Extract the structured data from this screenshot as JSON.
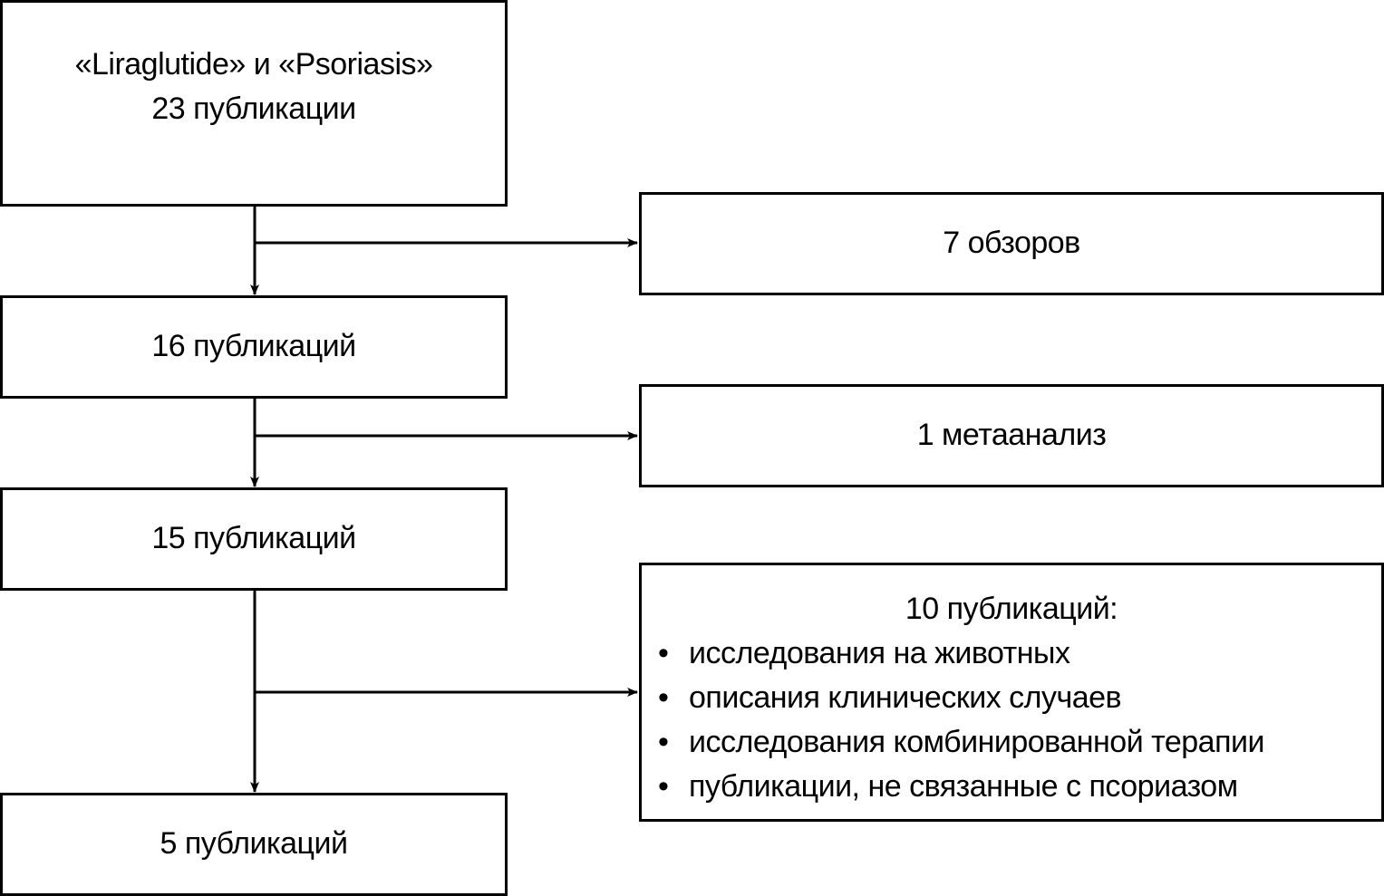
{
  "flowchart": {
    "main_steps": [
      {
        "id": "step-1",
        "lines": [
          "«Liraglutide» и «Psoriasis»",
          "23 публикации"
        ]
      },
      {
        "id": "step-2",
        "lines": [
          "16 публикаций"
        ]
      },
      {
        "id": "step-3",
        "lines": [
          "15 публикаций"
        ]
      },
      {
        "id": "step-4",
        "lines": [
          "5 публикаций"
        ]
      }
    ],
    "exclusions": [
      {
        "id": "excl-1",
        "title": "7 обзоров",
        "items": []
      },
      {
        "id": "excl-2",
        "title": "1 метаанализ",
        "items": []
      },
      {
        "id": "excl-3",
        "title": "10 публикаций:",
        "bullet": "•",
        "items": [
          "исследования на животных",
          "описания клинических случаев",
          "исследования комбинированной терапии",
          "публикации, не связанные с псориазом"
        ]
      }
    ],
    "line_color": "#000000",
    "background_color": "#ffffff"
  }
}
